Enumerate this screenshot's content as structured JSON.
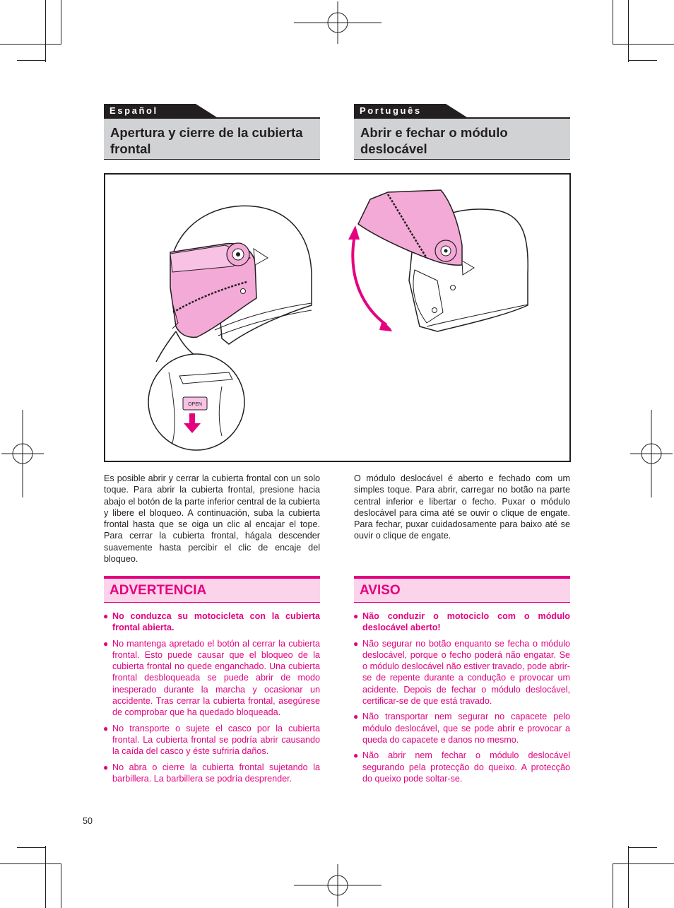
{
  "page_number": "50",
  "spanish": {
    "tab": "Español",
    "title": "Apertura y cierre de la cubierta frontal",
    "body": "Es posible abrir y cerrar la cubierta frontal con un solo toque. Para abrir la cubierta frontal, presione hacia abajo el botón de la parte inferior central de la cubierta y libere el bloqueo. A continuación, suba la cubierta frontal hasta que se oiga un clic al encajar el tope. Para cerrar la cubierta frontal, hágala descender suavemente hasta percibir el clic de encaje del bloqueo.",
    "warning_title": "ADVERTENCIA",
    "warnings": [
      "No conduzca su motocicleta con la cubierta frontal abierta.",
      "No mantenga apretado el botón al cerrar la cubierta frontal. Esto puede causar que el bloqueo de la cubierta frontal no quede enganchado. Una cubierta frontal desbloqueada se puede abrir de modo inesperado durante la marcha y ocasionar un accidente. Tras cerrar la cubierta frontal, asegúrese de comprobar que ha quedado bloqueada.",
      "No transporte o sujete el casco por la cubierta frontal. La cubierta frontal se podría abrir causando la caída del casco y éste sufriría daños.",
      "No abra o cierre la cubierta frontal sujetando la barbillera. La barbillera se podría desprender."
    ]
  },
  "portuguese": {
    "tab": "Português",
    "title": "Abrir e fechar o módulo deslocável",
    "body": "O módulo deslocável é aberto e fechado com um simples toque. Para abrir, carregar no botão na parte central inferior e libertar o fecho. Puxar o módulo deslocável para cima até se ouvir o clique de engate. Para fechar, puxar cuidadosamente para baixo até se ouvir o clique de engate.",
    "warning_title": "AVISO",
    "warnings": [
      "Não conduzir o motociclo com o módulo deslocável aberto!",
      "Não segurar no botão enquanto se fecha o módulo deslocável, porque o fecho poderá não engatar. Se o módulo deslocável não estiver travado, pode abrir-se de repente durante a condução e provocar um acidente. Depois de fechar o módulo deslocável, certificar-se de que está travado.",
      "Não transportar nem segurar no capacete pelo módulo deslocável, que se pode abrir e provocar a queda do capacete e danos no mesmo.",
      "Não abrir nem fechar o módulo deslocável segurando pela protecção do queixo. A protecção do queixo pode soltar-se."
    ]
  },
  "figure": {
    "button_label": "OPEN",
    "colors": {
      "accent": "#e4007f",
      "shell_pink": "#f4aad6",
      "line": "#231f20"
    }
  }
}
